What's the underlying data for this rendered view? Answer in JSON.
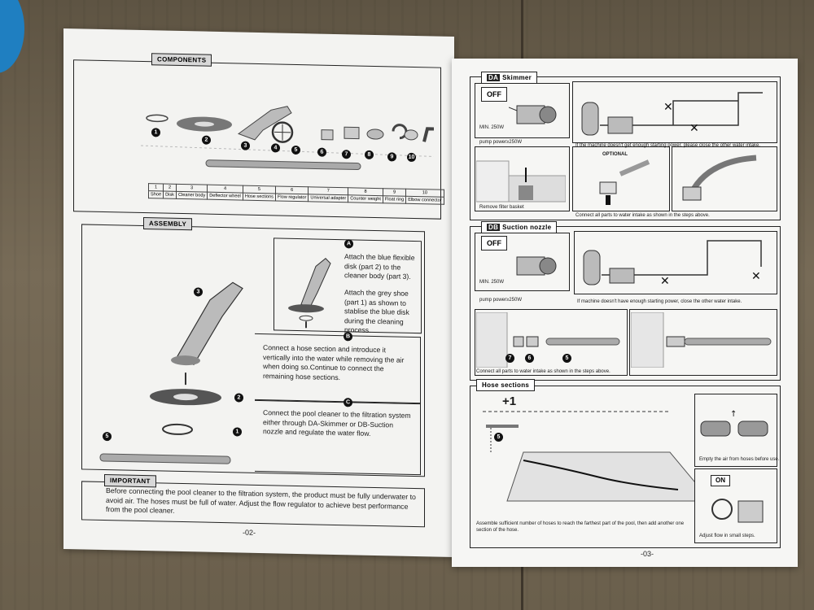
{
  "left_page": {
    "components_label": "COMPONENTS",
    "component_numbers": [
      "1",
      "2",
      "3",
      "4",
      "5",
      "6",
      "7",
      "8",
      "9",
      "10"
    ],
    "component_names": [
      "Shoe",
      "Disk",
      "Cleaner body",
      "Deflector wheel",
      "Hose sections",
      "Flow regulator",
      "Universal adapter",
      "Counter weight",
      "Float ring",
      "Elbow connector"
    ],
    "assembly_label": "ASSEMBLY",
    "step_a_letter": "A",
    "step_a_text_1": "Attach the blue flexible disk (part 2) to the cleaner body (part 3).",
    "step_a_text_2": "Attach the grey shoe (part 1) as shown to stablise the blue disk during the cleaning process.",
    "step_b_letter": "B",
    "step_b_text": "Connect a hose section and introduce it vertically into the water while removing the air when doing so.Continue to connect the remaining hose sections.",
    "step_c_letter": "C",
    "step_c_text": "Connect the pool cleaner to the filtration system either through DA-Skimmer or DB-Suction nozzle and regulate the water flow.",
    "important_label": "IMPORTANT",
    "important_text": "Before connecting the pool cleaner to the filtration system, the product must be fully underwater to avoid air. The hoses must be full of water. Adjust the flow regulator to achieve best performance from the pool cleaner.",
    "page_number": "-02-"
  },
  "right_page": {
    "da_tag": "DA",
    "da_label": "Skimmer",
    "off_label": "OFF",
    "min_label": "MIN. 250W",
    "pump_note": "pump power≥250W",
    "da_start_note": "If the machine doesn't get enough starting power, please close the other water intake.",
    "remove_basket_note": "Remove filter basket",
    "optional_label": "OPTIONAL",
    "da_connect_note": "Connect all parts to water intake as shown in the steps above.",
    "db_tag": "DB",
    "db_label": "Suction nozzle",
    "db_start_note": "If machine doesn't have enough starting power, close the other water intake.",
    "db_connect_note": "Connect all parts to water intake as shown in the steps above.",
    "hose_label": "Hose sections",
    "plus_one": "+1",
    "empty_air_note": "Empty the air from hoses before use.",
    "on_label": "ON",
    "assemble_note": "Assemble sufficient number of hoses to reach the farthest part of the pool, then add another one section of the hose.",
    "adjust_note": "Adjust flow in small steps.",
    "page_number": "-03-"
  }
}
